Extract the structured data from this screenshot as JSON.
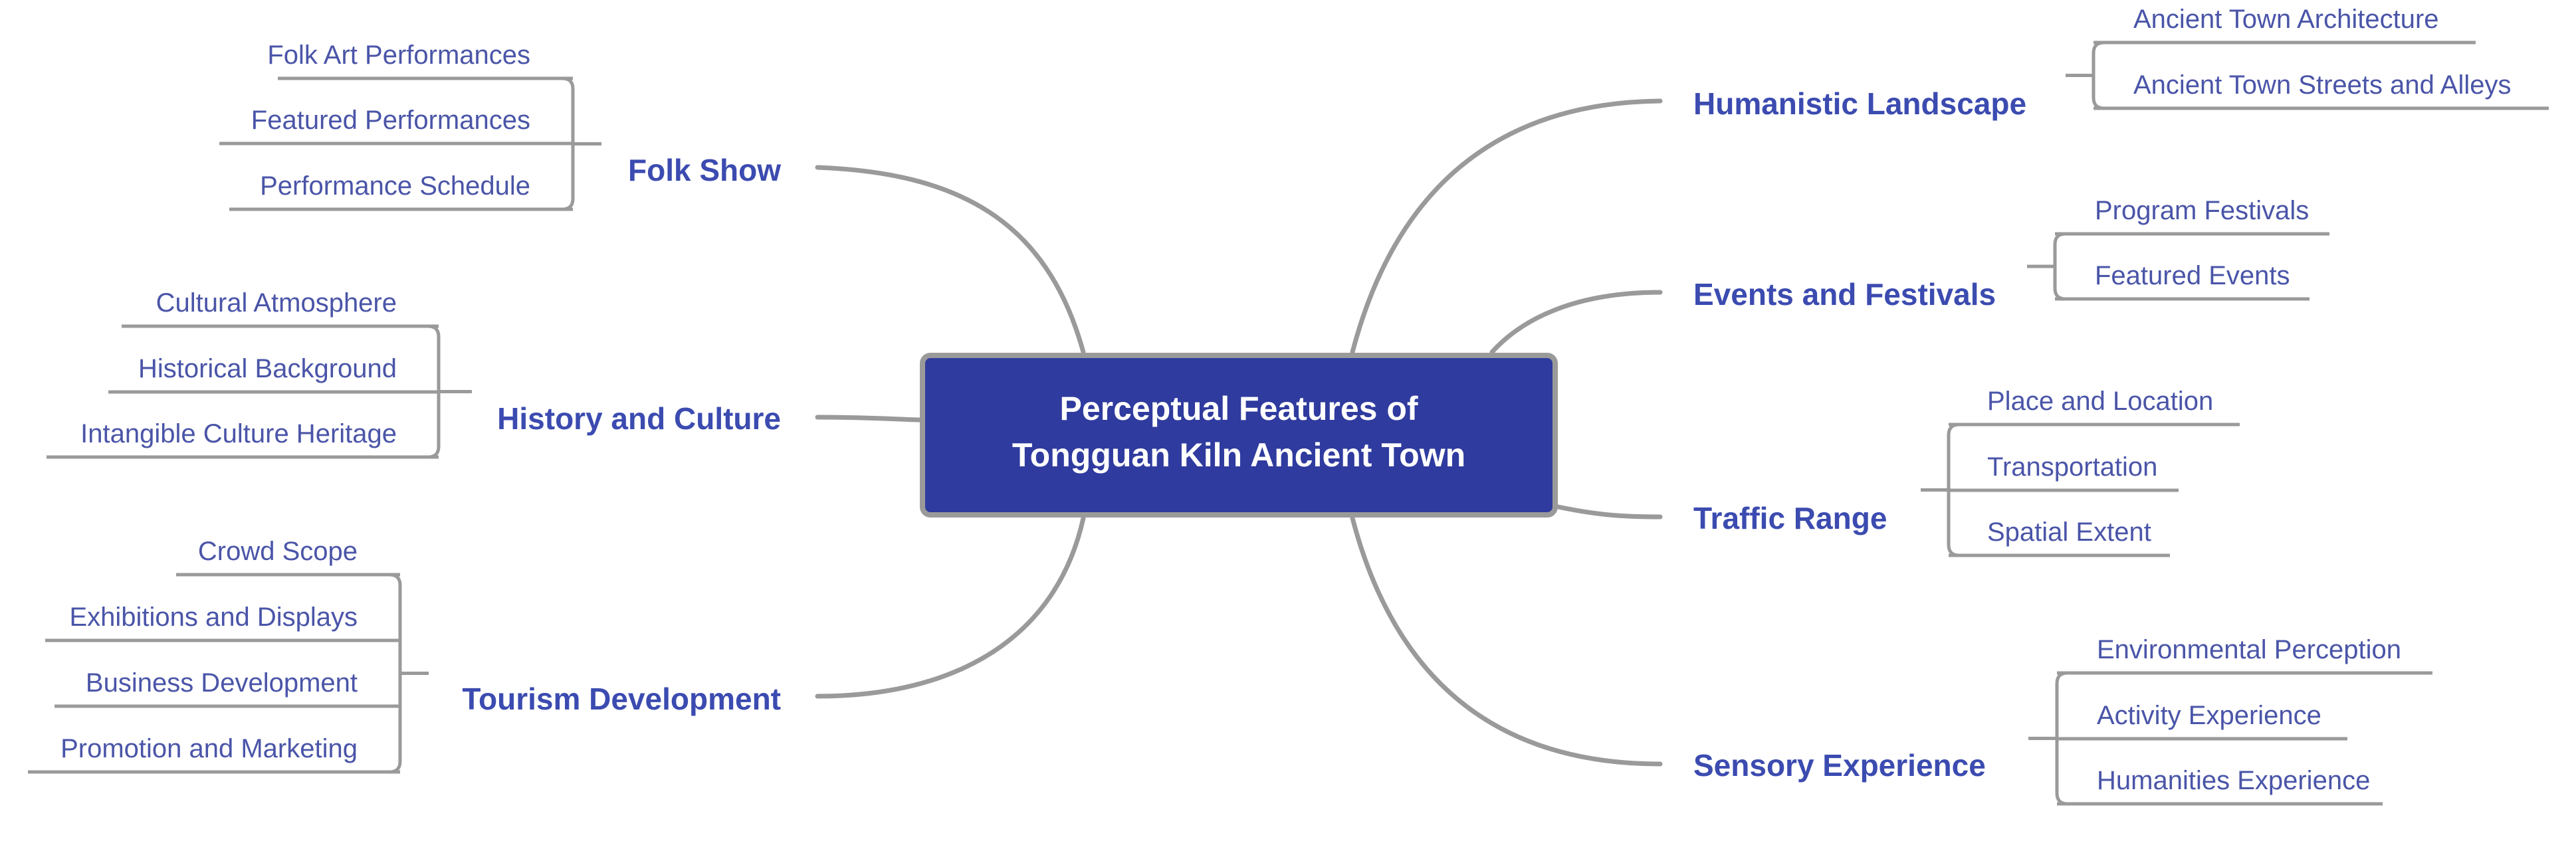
{
  "colors": {
    "central_fill": "#2F3B9E",
    "central_border": "#9A9A9A",
    "central_text": "#FFFFFF",
    "main_topic_text": "#3B4BB0",
    "subtopic_text": "#4A55A8",
    "connector": "#9A9A9A"
  },
  "central": {
    "line1": "Perceptual Features of",
    "line2": "Tongguan Kiln Ancient Town"
  },
  "branches": [
    {
      "id": "folk-show",
      "side": "left",
      "label": "Folk Show",
      "children": [
        "Folk Art Performances",
        "Featured Performances",
        "Performance Schedule"
      ]
    },
    {
      "id": "history-and-culture",
      "side": "left",
      "label": "History and Culture",
      "children": [
        "Cultural Atmosphere",
        "Historical Background",
        "Intangible Culture Heritage"
      ]
    },
    {
      "id": "tourism-development",
      "side": "left",
      "label": "Tourism Development",
      "children": [
        "Crowd Scope",
        "Exhibitions and Displays",
        "Business Development",
        "Promotion and Marketing"
      ]
    },
    {
      "id": "humanistic-landscape",
      "side": "right",
      "label": "Humanistic Landscape",
      "children": [
        "Ancient Town Architecture",
        "Ancient Town Streets and Alleys"
      ]
    },
    {
      "id": "events-and-festivals",
      "side": "right",
      "label": "Events and Festivals",
      "children": [
        "Program Festivals",
        "Featured Events"
      ]
    },
    {
      "id": "traffic-range",
      "side": "right",
      "label": "Traffic Range",
      "children": [
        "Place and Location",
        "Transportation",
        "Spatial Extent"
      ]
    },
    {
      "id": "sensory-experience",
      "side": "right",
      "label": "Sensory Experience",
      "children": [
        "Environmental Perception",
        "Activity Experience",
        "Humanities Experience"
      ]
    }
  ]
}
